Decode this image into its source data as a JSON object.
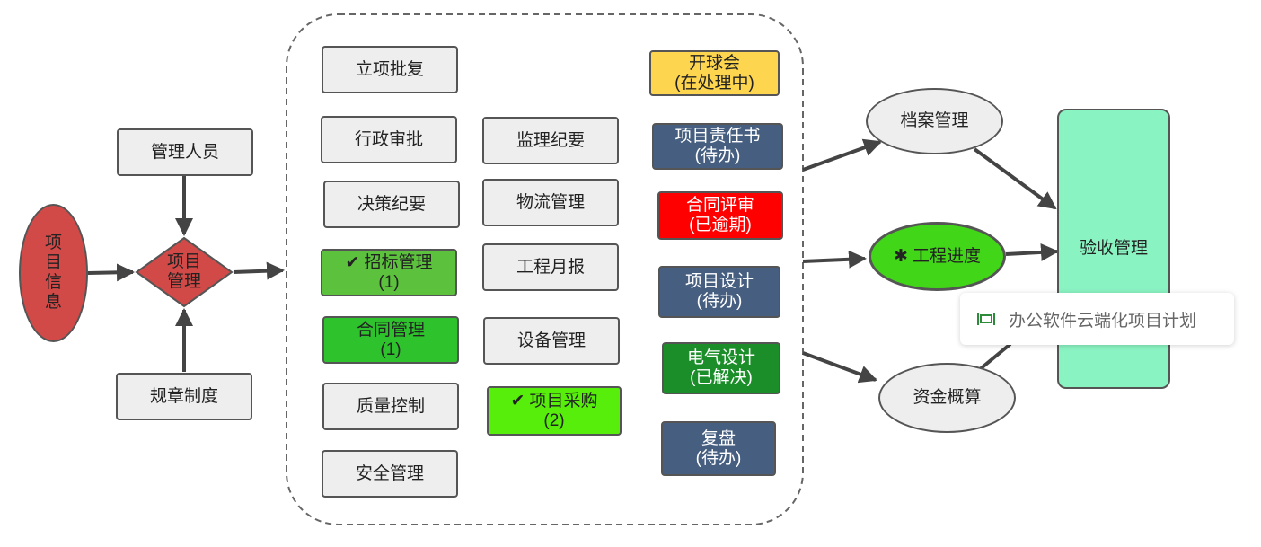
{
  "colors": {
    "default": "#eeeeee",
    "red_node": "#d24a48",
    "done_green": "#5cc23d",
    "green": "#2ec32d",
    "bright_green": "#56ee0a",
    "yellow": "#fed54e",
    "navy": "#465f80",
    "overdue_red": "#ff0000",
    "dark_green": "#1b8e2a",
    "progress_green": "#42d618",
    "acceptance": "#8af3c2",
    "border": "#555555",
    "arrow": "#444444"
  },
  "nodes": [
    {
      "id": "project-info",
      "lines": [
        "项",
        "目",
        "信",
        "息"
      ]
    },
    {
      "id": "management-staff",
      "lines": [
        "管理人员"
      ]
    },
    {
      "id": "project-management",
      "lines": [
        "项目",
        "管理"
      ]
    },
    {
      "id": "rules",
      "lines": [
        "规章制度"
      ]
    },
    {
      "id": "approval",
      "lines": [
        "立项批复"
      ]
    },
    {
      "id": "admin-review",
      "lines": [
        "行政审批"
      ]
    },
    {
      "id": "decision-minutes",
      "lines": [
        "决策纪要"
      ]
    },
    {
      "id": "bidding",
      "lines": [
        "招标管理",
        "(1)"
      ],
      "mark": "✔"
    },
    {
      "id": "contract-mgmt",
      "lines": [
        "合同管理",
        "(1)"
      ]
    },
    {
      "id": "quality",
      "lines": [
        "质量控制"
      ]
    },
    {
      "id": "safety",
      "lines": [
        "安全管理"
      ]
    },
    {
      "id": "supervision",
      "lines": [
        "监理纪要"
      ]
    },
    {
      "id": "logistics",
      "lines": [
        "物流管理"
      ]
    },
    {
      "id": "monthly-report",
      "lines": [
        "工程月报"
      ]
    },
    {
      "id": "equipment",
      "lines": [
        "设备管理"
      ]
    },
    {
      "id": "procurement",
      "lines": [
        "项目采购",
        "(2)"
      ],
      "mark": "✔"
    },
    {
      "id": "kickoff",
      "lines": [
        "开球会",
        "(在处理中)"
      ]
    },
    {
      "id": "responsibility",
      "lines": [
        "项目责任书",
        "(待办)"
      ]
    },
    {
      "id": "contract-review",
      "lines": [
        "合同评审",
        "(已逾期)"
      ]
    },
    {
      "id": "design",
      "lines": [
        "项目设计",
        "(待办)"
      ]
    },
    {
      "id": "electrical",
      "lines": [
        "电气设计",
        "(已解决)"
      ]
    },
    {
      "id": "review",
      "lines": [
        "复盘",
        "(待办)"
      ]
    },
    {
      "id": "archives",
      "lines": [
        "档案管理"
      ]
    },
    {
      "id": "progress",
      "lines": [
        "工程进度"
      ],
      "mark": "✱"
    },
    {
      "id": "budget",
      "lines": [
        "资金概算"
      ]
    },
    {
      "id": "acceptance",
      "lines": [
        "验收管理"
      ]
    }
  ],
  "tooltip": {
    "icon": "gantt-icon",
    "text": "办公软件云端化项目计划"
  }
}
